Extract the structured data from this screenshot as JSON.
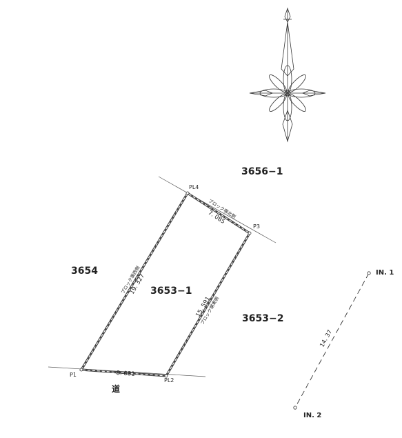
{
  "parcels": {
    "north": "3656−1",
    "west": "3654",
    "subject": "3653−1",
    "east": "3653−2"
  },
  "road_label": "道",
  "points": {
    "p1": "P1",
    "pl2": "PL2",
    "p3": "P3",
    "pl4": "PL4",
    "in1": "IN. 1",
    "in2": "IN. 2"
  },
  "dimensions": {
    "top": "7. 085",
    "left": "19. 327",
    "right": "15. 591",
    "bottom": "8. 081",
    "baseline": "14. 37"
  },
  "notes": {
    "top": "ブロック塀北側",
    "left": "ブロック塀西側",
    "right": "ブロック塀東側"
  },
  "icons": {
    "compass": "north-arrow-compass-rose-icon"
  }
}
